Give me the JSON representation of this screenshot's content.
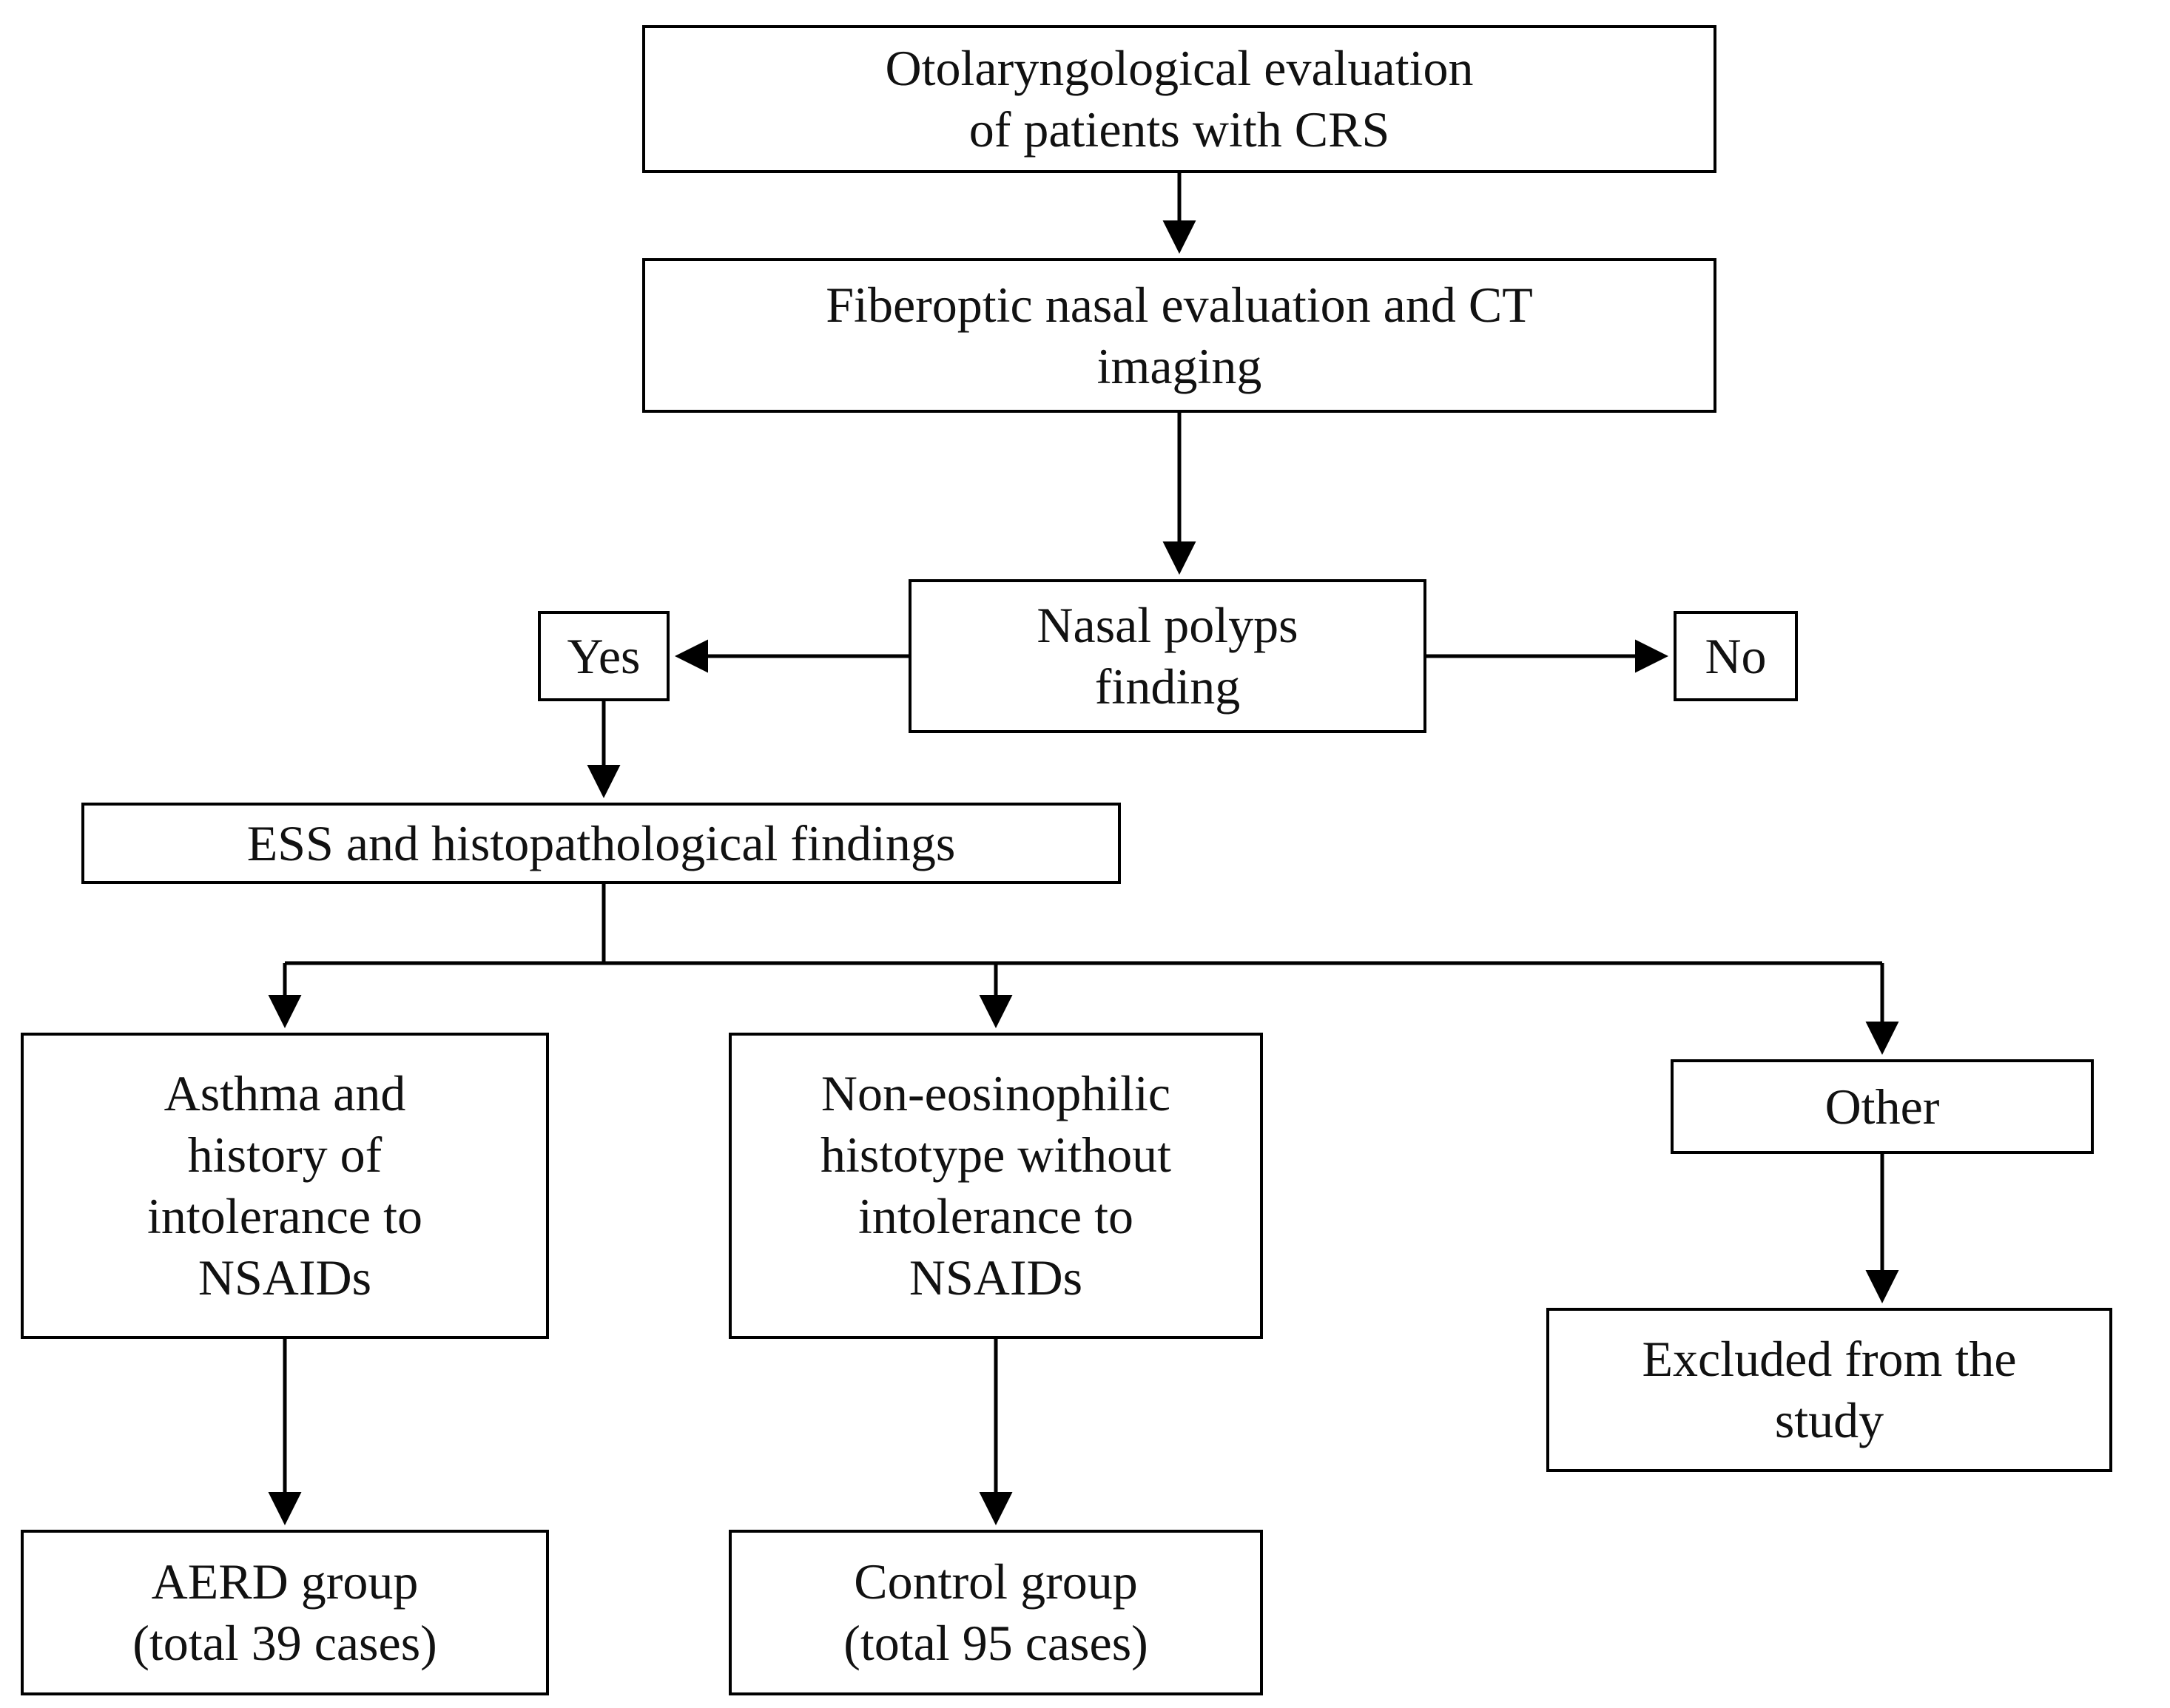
{
  "diagram": {
    "type": "flowchart",
    "title": "Patient selection flowchart for AERD and control groups",
    "orientation": "top-down",
    "background_color": "#ffffff",
    "line_color": "#000000",
    "text_color": "#111111",
    "nodes": [
      {
        "id": "otolaryngological",
        "label": "Otolaryngological evaluation\nof patients with CRS",
        "shape": "rectangle",
        "level": 1
      },
      {
        "id": "fiberoptic",
        "label": "Fiberoptic nasal evaluation and CT\nimaging",
        "shape": "rectangle",
        "level": 2
      },
      {
        "id": "nasal_polyps",
        "label": "Nasal polyps\nfinding",
        "shape": "rectangle",
        "level": 3
      },
      {
        "id": "yes",
        "label": "Yes",
        "shape": "rectangle",
        "level": 3
      },
      {
        "id": "no",
        "label": "No",
        "shape": "rectangle",
        "level": 3
      },
      {
        "id": "ess",
        "label": "ESS and histopathological findings",
        "shape": "rectangle",
        "level": 4
      },
      {
        "id": "asthma",
        "label": "Asthma and\nhistory of\nintolerance to\nNSAIDs",
        "shape": "rectangle",
        "level": 5
      },
      {
        "id": "noneos",
        "label": "Non-eosinophilic\nhistotype without\nintolerance to\nNSAIDs",
        "shape": "rectangle",
        "level": 5
      },
      {
        "id": "other",
        "label": "Other",
        "shape": "rectangle",
        "level": 5
      },
      {
        "id": "excluded",
        "label": "Excluded from the\nstudy",
        "shape": "rectangle",
        "level": 6
      },
      {
        "id": "aerd",
        "label": "AERD group\n(total 39 cases)",
        "shape": "rectangle",
        "level": 7,
        "count": 39
      },
      {
        "id": "control",
        "label": "Control group\n(total 95 cases)",
        "shape": "rectangle",
        "level": 7,
        "count": 95
      }
    ],
    "edges": [
      {
        "from": "otolaryngological",
        "to": "fiberoptic",
        "arrow": true,
        "direction": "down"
      },
      {
        "from": "fiberoptic",
        "to": "nasal_polyps",
        "arrow": true,
        "direction": "down"
      },
      {
        "from": "nasal_polyps",
        "to": "yes",
        "arrow": true,
        "direction": "left"
      },
      {
        "from": "nasal_polyps",
        "to": "no",
        "arrow": true,
        "direction": "right"
      },
      {
        "from": "yes",
        "to": "ess",
        "arrow": true,
        "direction": "down"
      },
      {
        "from": "ess",
        "to": "asthma",
        "arrow": true,
        "direction": "down"
      },
      {
        "from": "ess",
        "to": "noneos",
        "arrow": true,
        "direction": "down"
      },
      {
        "from": "ess",
        "to": "other",
        "arrow": true,
        "direction": "down"
      },
      {
        "from": "other",
        "to": "excluded",
        "arrow": true,
        "direction": "down"
      },
      {
        "from": "asthma",
        "to": "aerd",
        "arrow": true,
        "direction": "down"
      },
      {
        "from": "noneos",
        "to": "control",
        "arrow": true,
        "direction": "down"
      }
    ]
  }
}
